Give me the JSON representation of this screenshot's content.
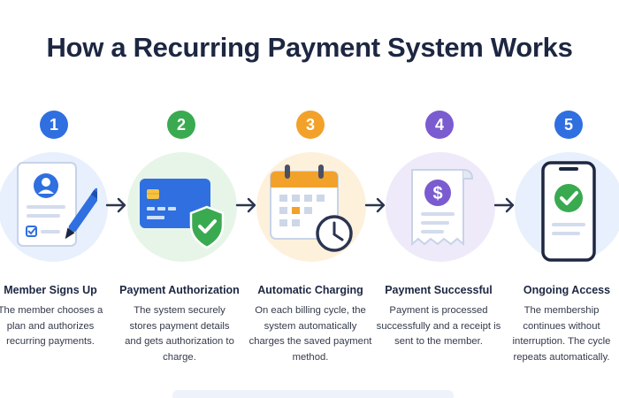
{
  "title": "How a Recurring Payment System Works",
  "colors": {
    "step1": "#2f6fe0",
    "step2": "#3aaa50",
    "step3": "#f2a22a",
    "step4": "#7a5bd0",
    "step5": "#2f6fe0"
  },
  "steps": [
    {
      "number": "1",
      "title": "Member Signs Up",
      "description": "The member chooses a plan and authorizes recurring payments.",
      "icon": "signup-form-icon"
    },
    {
      "number": "2",
      "title": "Payment Authorization",
      "description": "The system securely stores payment details and gets authorization to charge.",
      "icon": "credit-card-shield-icon"
    },
    {
      "number": "3",
      "title": "Automatic Charging",
      "description": "On each billing cycle, the system automatically charges the saved payment method.",
      "icon": "calendar-clock-icon"
    },
    {
      "number": "4",
      "title": "Payment Successful",
      "description": "Payment is processed successfully and a receipt is sent to the member.",
      "icon": "receipt-dollar-icon"
    },
    {
      "number": "5",
      "title": "Ongoing Access",
      "description": "The membership continues without interruption. The cycle repeats automatically.",
      "icon": "phone-check-icon"
    }
  ]
}
